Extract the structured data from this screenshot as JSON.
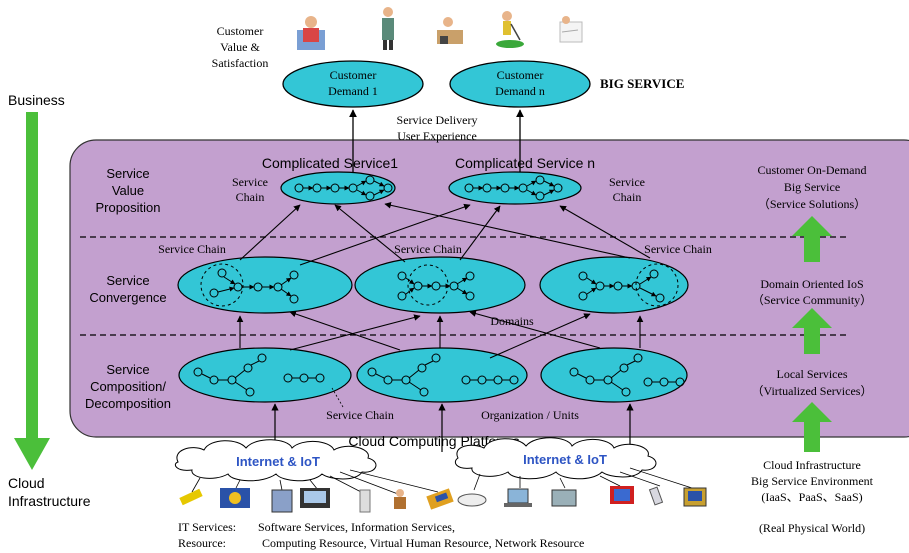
{
  "title": "BIG SERVICE",
  "customer_value": [
    "Customer",
    "Value &",
    "Satisfaction"
  ],
  "customer_demands": [
    {
      "line1": "Customer",
      "line2": "Demand 1"
    },
    {
      "line1": "Customer",
      "line2": "Demand  n"
    }
  ],
  "service_delivery": [
    "Service Delivery",
    "User Experience"
  ],
  "business_label": "Business",
  "cloud_infra_label": [
    "Cloud",
    "Infrastructure"
  ],
  "layers": {
    "value_proposition": [
      "Service",
      "Value",
      "Proposition"
    ],
    "convergence": [
      "Service",
      "Convergence"
    ],
    "composition": [
      "Service",
      "Composition/",
      "Decomposition"
    ]
  },
  "complicated_services": [
    "Complicated Service1",
    "Complicated Service  n"
  ],
  "service_chain_short": [
    "Service",
    "Chain"
  ],
  "service_chain_label": "Service Chain",
  "domains_label": "Domains",
  "org_units_label": "Organization / Units",
  "cloud_platforms_label": "Cloud Computing Platforms",
  "internet_iot": [
    "Internet & IoT",
    "Internet & IoT"
  ],
  "right_labels": {
    "on_demand": [
      "Customer On-Demand",
      "Big Service",
      "（Service Solutions）"
    ],
    "domain_ios": [
      "Domain Oriented IoS",
      "（Service Community）"
    ],
    "local": [
      "Local Services",
      "（Virtualized Services）"
    ],
    "cloud_env": [
      "Cloud Infrastructure",
      "Big Service Environment",
      "(IaaS、PaaS、SaaS)"
    ],
    "physical": "(Real Physical World)"
  },
  "bottom": {
    "it_label": "IT Services:",
    "it_value": "Software Services, Information Services,",
    "res_label": "Resource:",
    "res_value": "Computing Resource, Virtual Human Resource, Network Resource"
  },
  "colors": {
    "panel": "#c3a0cf",
    "ellipse": "#33c6d6",
    "arrow_green": "#4bbf3a",
    "internet_blue": "#2e55c4"
  }
}
